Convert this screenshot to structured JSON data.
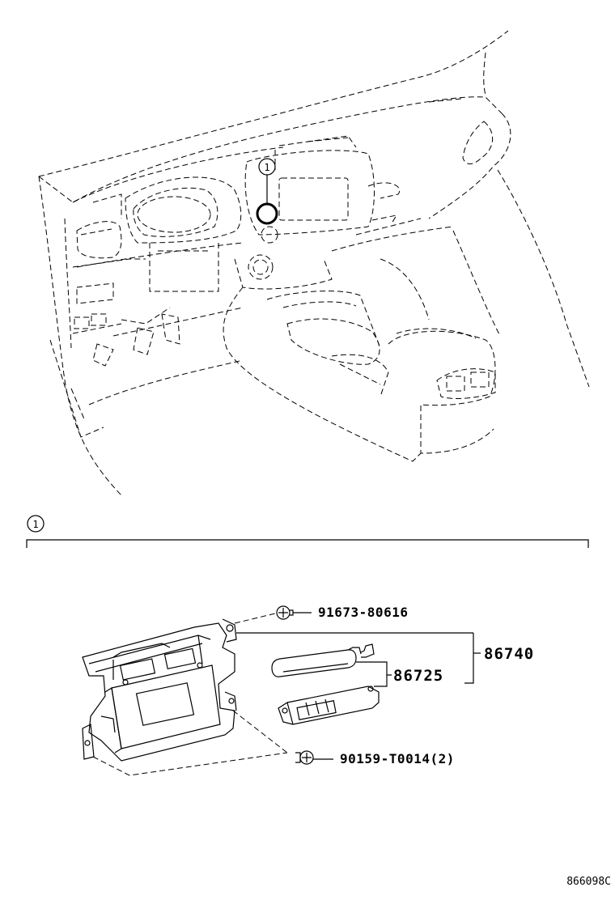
{
  "callout": {
    "reference_number": "1"
  },
  "section": {
    "reference_number": "1"
  },
  "parts": {
    "screw": "91673-80616",
    "assembly": "86740",
    "antenna_unit": "86725",
    "bolt": "90159-T0014(2)"
  },
  "figure_code": "866098C"
}
